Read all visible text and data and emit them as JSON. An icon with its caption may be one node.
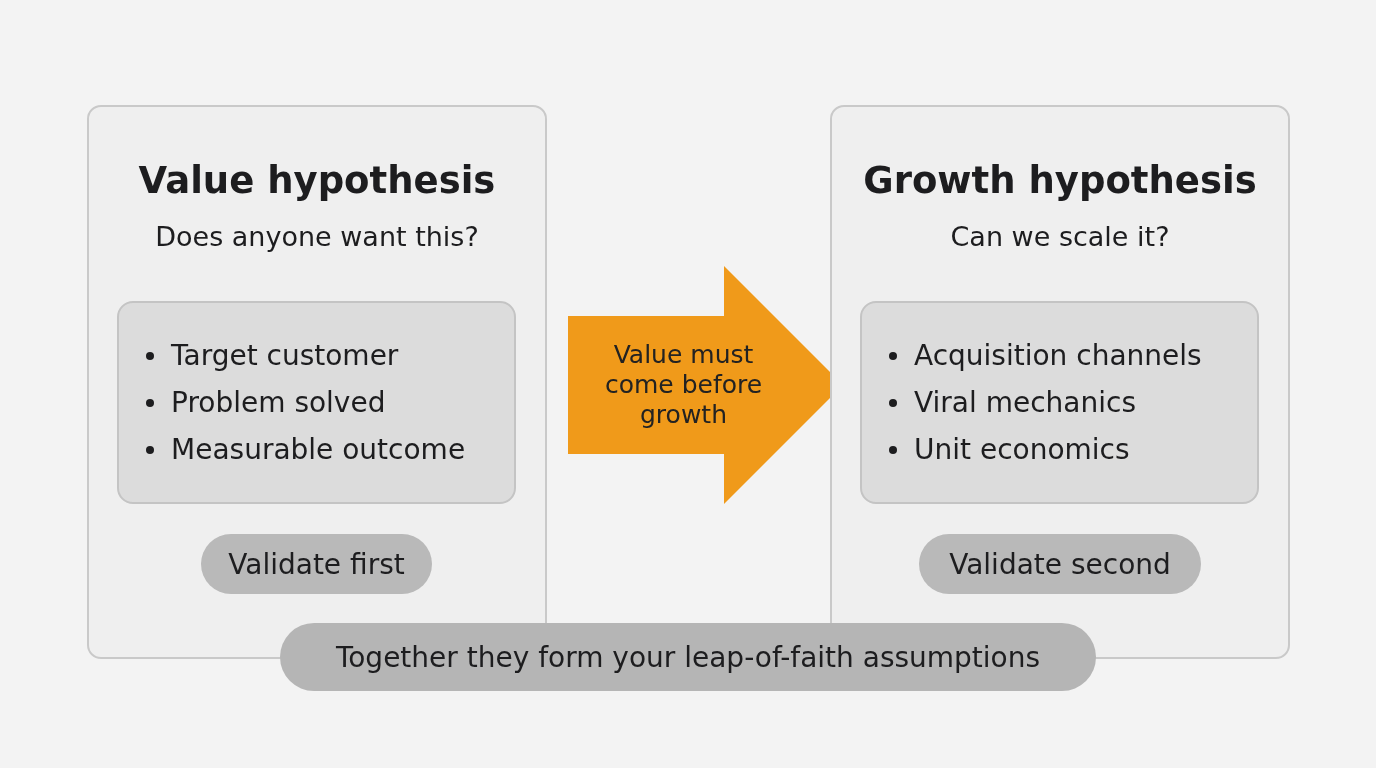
{
  "diagram": {
    "nodes": [
      {
        "text": [
          "Value hypothesis",
          "Does anyone want this?"
        ]
      },
      {
        "text": [
          "Target customer",
          "Problem solved",
          "Measurable outcome"
        ],
        "in": 0
      },
      {
        "text": [
          "Validate first"
        ],
        "in": 0
      },
      {
        "text": [
          "Growth hypothesis",
          "Can we scale it?"
        ]
      },
      {
        "text": [
          "Acquisition channels",
          "Viral mechanics",
          "Unit economics"
        ],
        "in": 3
      },
      {
        "text": [
          "Validate second"
        ],
        "in": 3
      },
      {
        "text": [
          "Together they form your leap-of-faith assumptions"
        ]
      }
    ],
    "edges": [
      {
        "from": 0,
        "to": 3,
        "arrow": "to",
        "label": "Value must come before growth",
        "style": "thick",
        "color": "#f09a1a"
      }
    ]
  }
}
